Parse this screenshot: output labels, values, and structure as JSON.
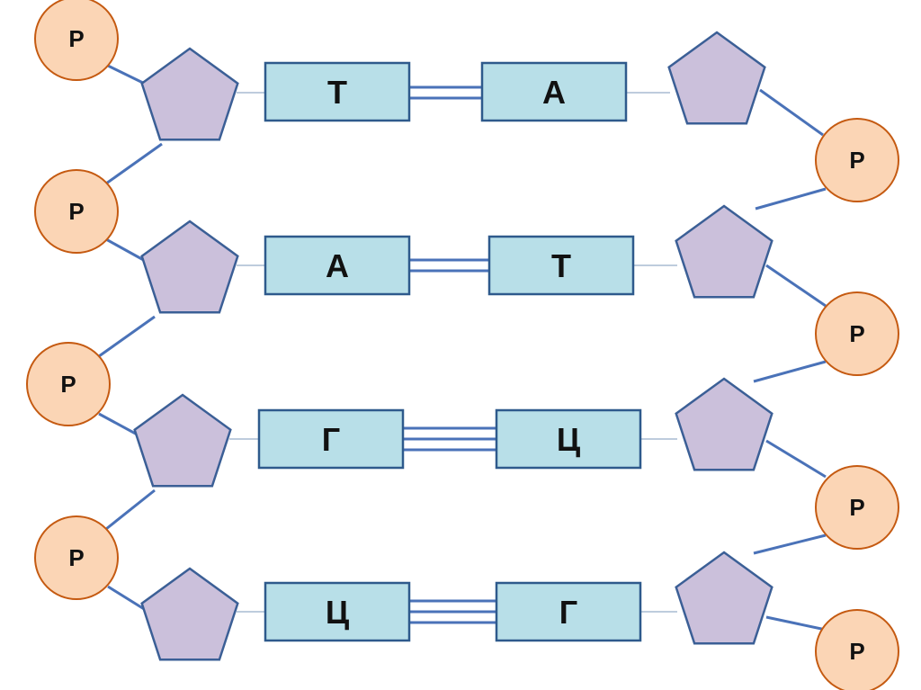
{
  "phosphate_label": "P",
  "colors": {
    "phosphate_fill": "#fbd5b5",
    "phosphate_stroke": "#c55a11",
    "sugar_fill": "#cbc0db",
    "base_fill": "#b8dfe8",
    "bond": "#4a72b8"
  },
  "pairs": [
    {
      "left": "Т",
      "right": "А",
      "hbonds": 2
    },
    {
      "left": "А",
      "right": "Т",
      "hbonds": 2
    },
    {
      "left": "Г",
      "right": "Ц",
      "hbonds": 3
    },
    {
      "left": "Ц",
      "right": "Г",
      "hbonds": 3
    }
  ]
}
